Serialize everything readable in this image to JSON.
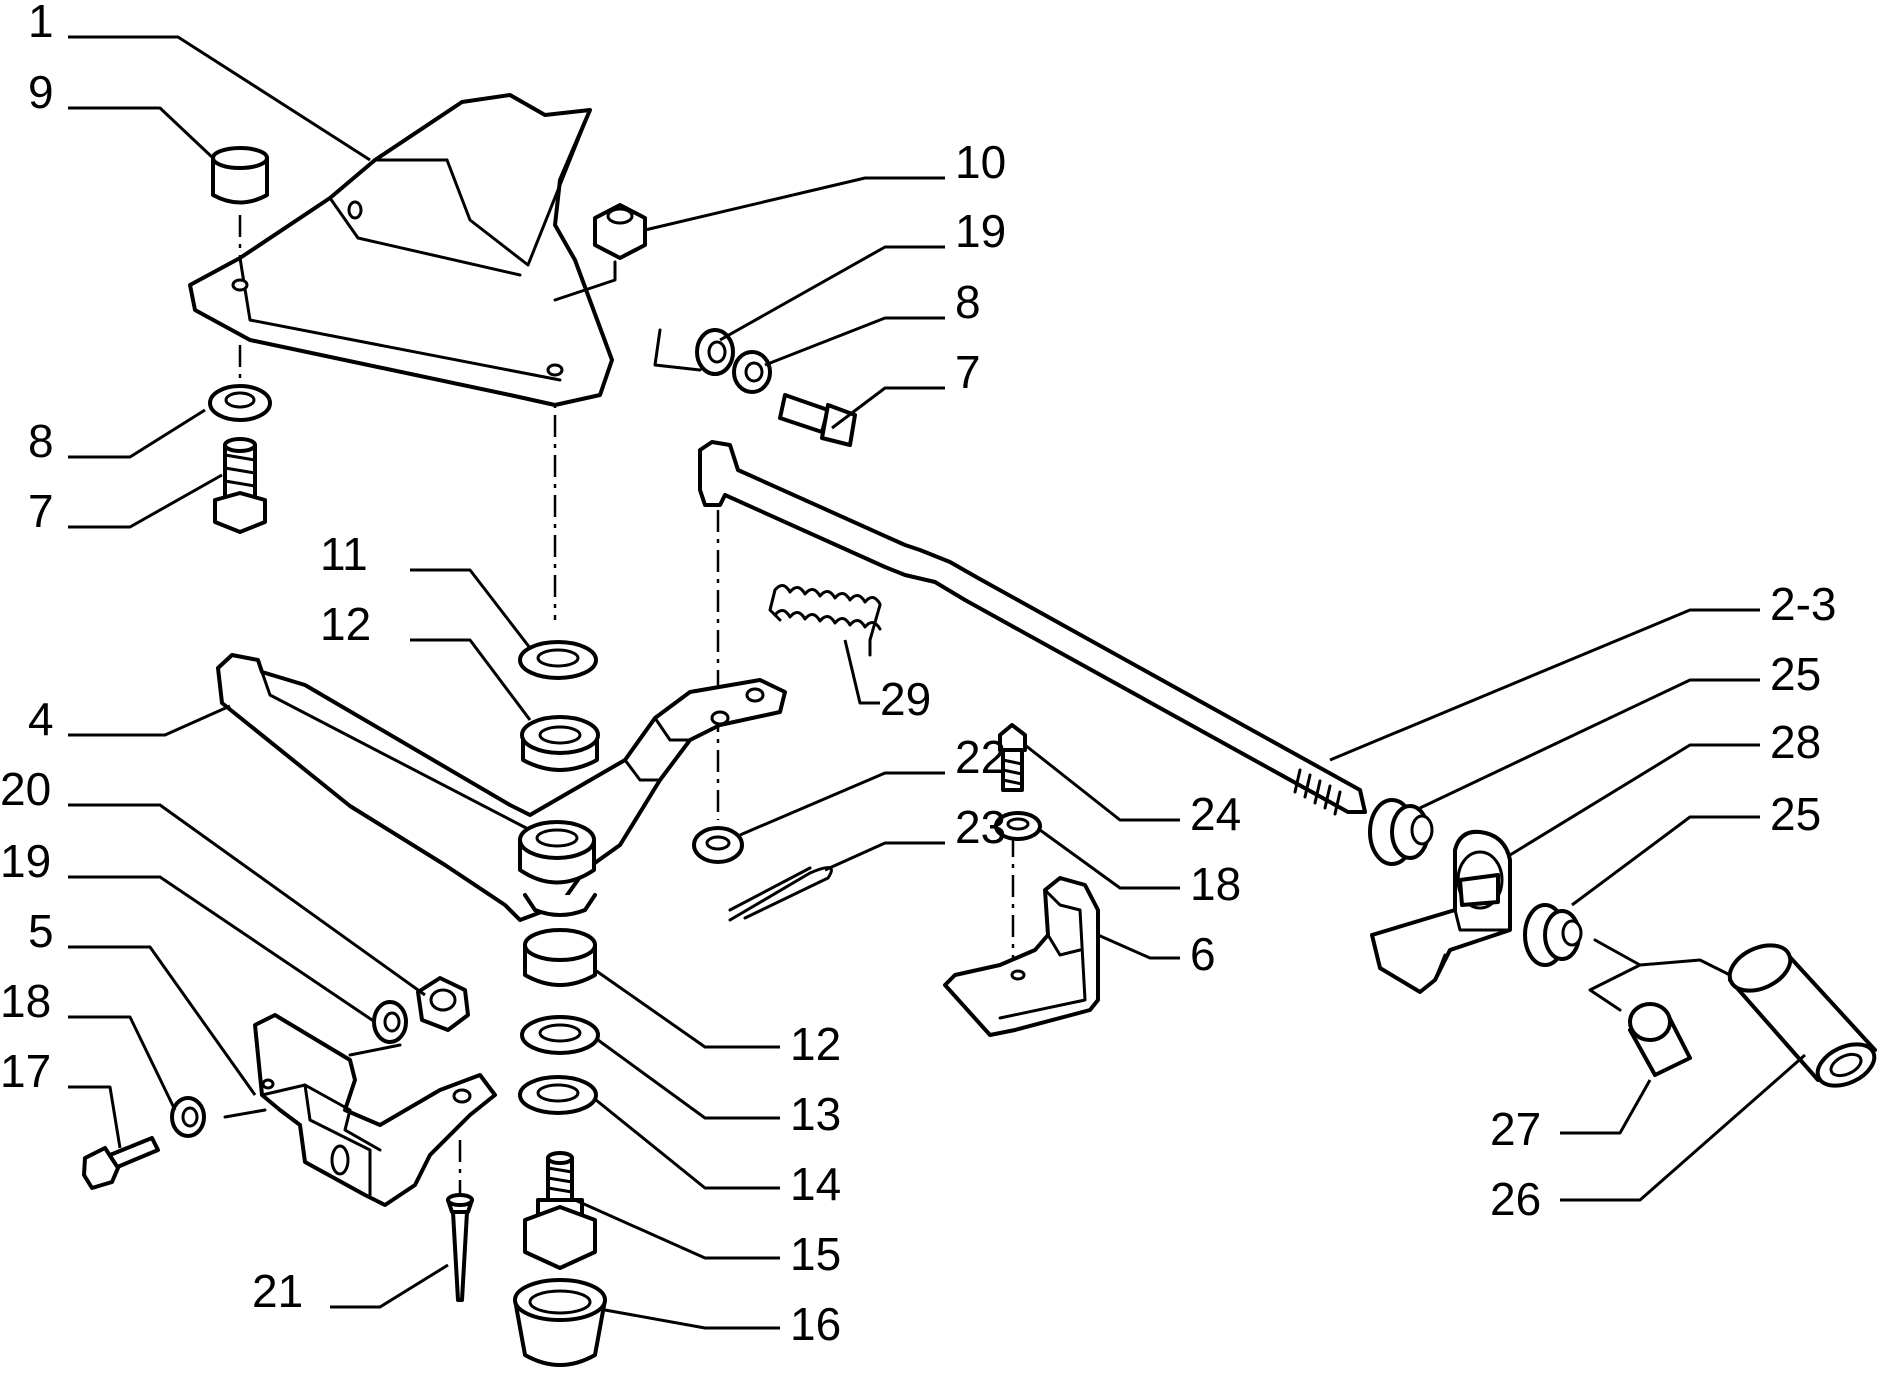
{
  "diagram": {
    "background": "#ffffff",
    "ink": "#000000",
    "callouts": [
      {
        "id": "c1",
        "text": "1"
      },
      {
        "id": "c9",
        "text": "9"
      },
      {
        "id": "c8a",
        "text": "8"
      },
      {
        "id": "c7a",
        "text": "7"
      },
      {
        "id": "c10",
        "text": "10"
      },
      {
        "id": "c19a",
        "text": "19"
      },
      {
        "id": "c8b",
        "text": "8"
      },
      {
        "id": "c7b",
        "text": "7"
      },
      {
        "id": "c11",
        "text": "11"
      },
      {
        "id": "c12a",
        "text": "12"
      },
      {
        "id": "c4",
        "text": "4"
      },
      {
        "id": "c20",
        "text": "20"
      },
      {
        "id": "c19b",
        "text": "19"
      },
      {
        "id": "c5",
        "text": "5"
      },
      {
        "id": "c18a",
        "text": "18"
      },
      {
        "id": "c17",
        "text": "17"
      },
      {
        "id": "c21",
        "text": "21"
      },
      {
        "id": "c29",
        "text": "29"
      },
      {
        "id": "c22",
        "text": "22"
      },
      {
        "id": "c23",
        "text": "23"
      },
      {
        "id": "c12b",
        "text": "12"
      },
      {
        "id": "c13",
        "text": "13"
      },
      {
        "id": "c14",
        "text": "14"
      },
      {
        "id": "c15",
        "text": "15"
      },
      {
        "id": "c16",
        "text": "16"
      },
      {
        "id": "c24",
        "text": "24"
      },
      {
        "id": "c18b",
        "text": "18"
      },
      {
        "id": "c6",
        "text": "6"
      },
      {
        "id": "c2-3",
        "text": "2-3"
      },
      {
        "id": "c25a",
        "text": "25"
      },
      {
        "id": "c28",
        "text": "28"
      },
      {
        "id": "c25b",
        "text": "25"
      },
      {
        "id": "c27",
        "text": "27"
      },
      {
        "id": "c26",
        "text": "26"
      }
    ]
  }
}
